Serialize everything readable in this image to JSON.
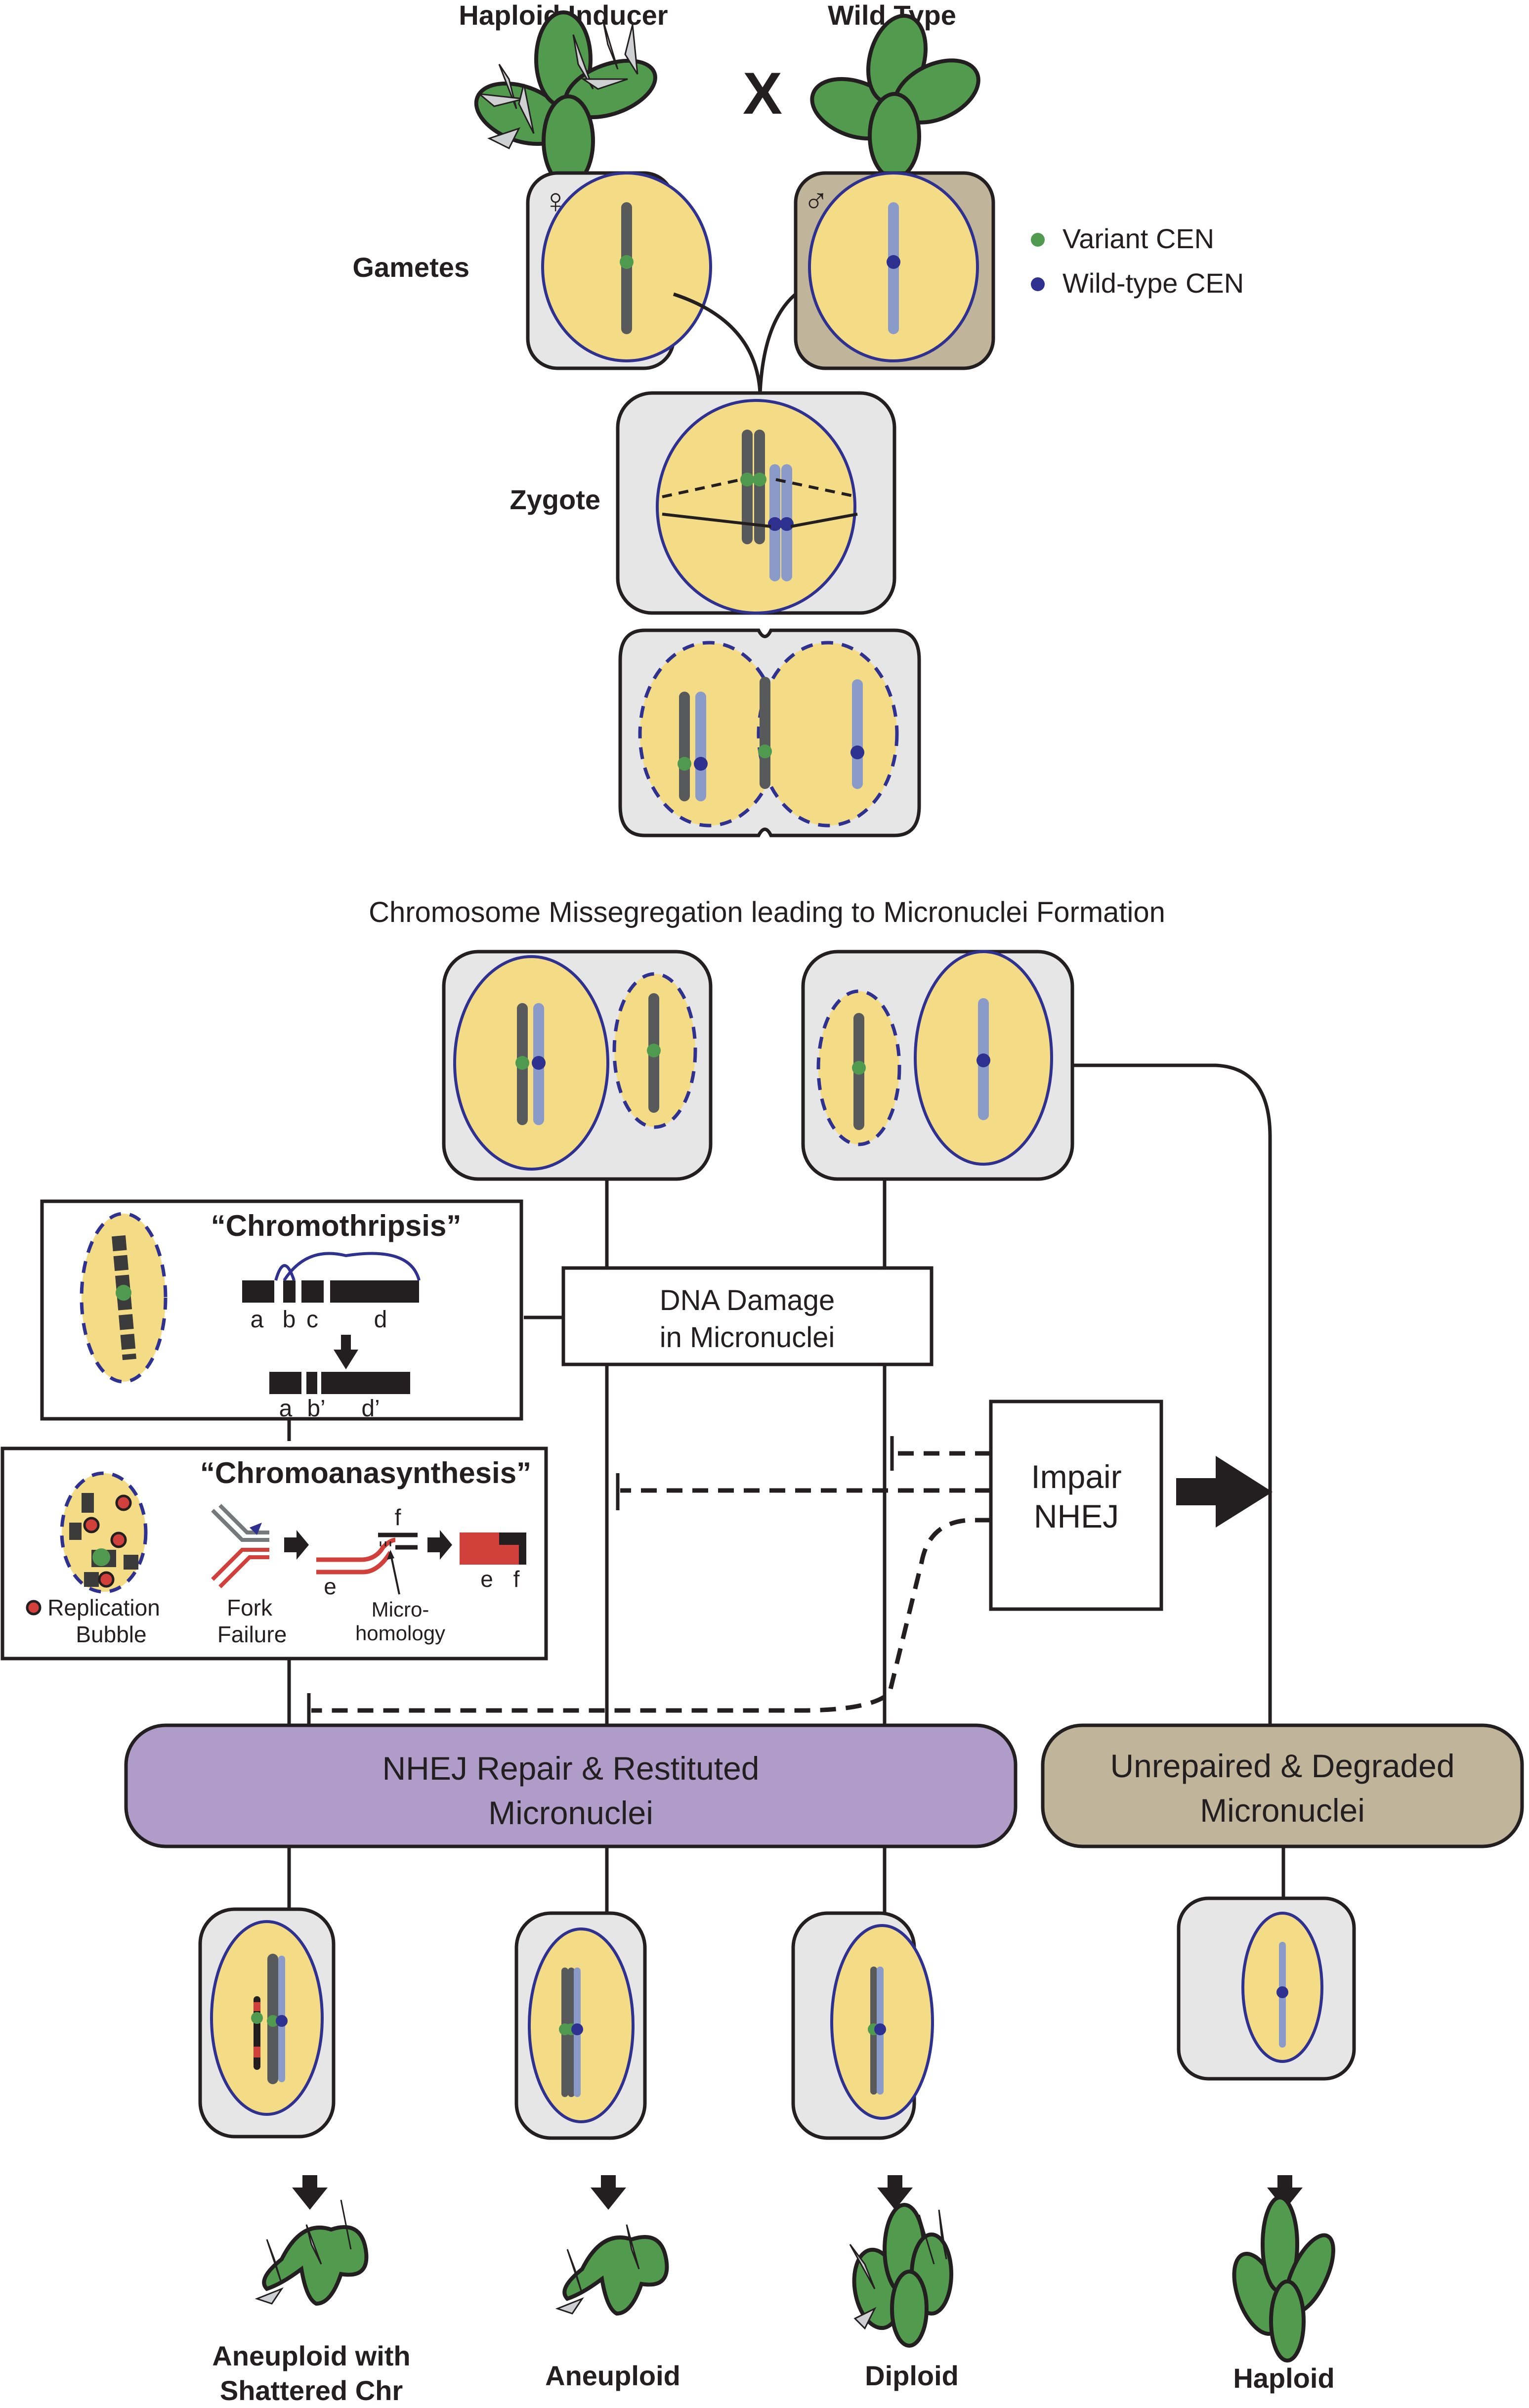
{
  "header": {
    "parent_left": "Haploid Inducer",
    "parent_right": "Wild Type",
    "cross_symbol": "X"
  },
  "stages": {
    "gametes": "Gametes",
    "zygote": "Zygote",
    "female_symbol": "♀",
    "male_symbol": "♂"
  },
  "legend": {
    "items": [
      {
        "label": "Variant CEN",
        "color": "#4f9a4f"
      },
      {
        "label": "Wild-type CEN",
        "color": "#2e3190"
      }
    ]
  },
  "missegregation_caption": "Chromosome Missegregation leading to Micronuclei Formation",
  "dna_damage_box": {
    "line1": "DNA Damage",
    "line2": "in Micronuclei"
  },
  "chromothripsis": {
    "title": "“Chromothripsis”",
    "segment_labels_before": [
      "a",
      "b",
      "c",
      "d"
    ],
    "segment_labels_after": [
      "a",
      "b’",
      "d’"
    ]
  },
  "chromoanasynthesis": {
    "title": "“Chromoanasynthesis”",
    "labels": {
      "replication_bubble_1": "Replication",
      "replication_bubble_2": "Bubble",
      "fork_failure_1": "Fork",
      "fork_failure_2": "Failure",
      "microhomology_1": "Micro-",
      "microhomology_2": "homology",
      "e": "e",
      "f": "f",
      "result_e": "e",
      "result_f": "f"
    }
  },
  "impair_box": {
    "line1": "Impair",
    "line2": "NHEJ"
  },
  "outcome_boxes": {
    "repair_line1": "NHEJ Repair & Restituted",
    "repair_line2": "Micronuclei",
    "repair_color": "#b09cc8",
    "degraded_line1": "Unrepaired & Degraded",
    "degraded_line2": "Micronuclei",
    "degraded_color": "#c0b59b"
  },
  "results": [
    {
      "line1": "Aneuploid with",
      "line2": "Shattered Chr"
    },
    {
      "line1": "Aneuploid",
      "line2": ""
    },
    {
      "line1": "Diploid",
      "line2": ""
    },
    {
      "line1": "Haploid",
      "line2": ""
    }
  ],
  "colors": {
    "nucleus_fill": "#f4dc86",
    "nuclear_envelope": "#2e3190",
    "variant_chromosome": "#58595b",
    "wildtype_chromosome": "#8a9ac9",
    "cell_gray": "#e6e6e6",
    "plant_green": "#529a4d",
    "break_red": "#d1403a"
  }
}
